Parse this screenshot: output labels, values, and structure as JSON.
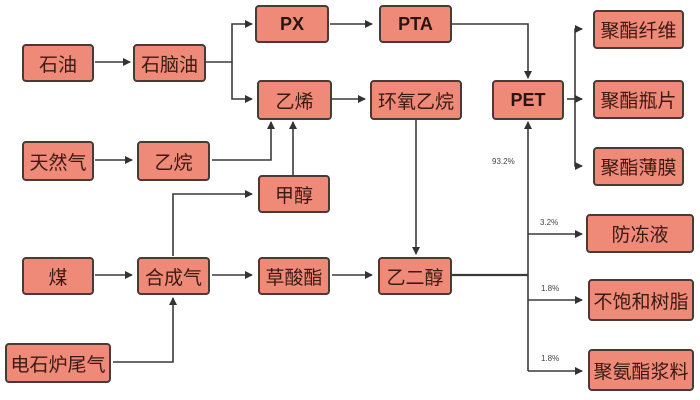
{
  "title": "PET / 乙二醇 产业链流程图",
  "colors": {
    "node_fill": "#f08a78",
    "node_border": "#4a3a36",
    "line": "#3a3a3a"
  },
  "nodes": {
    "shiyou": "石油",
    "shinaoyou": "石脑油",
    "px": "PX",
    "pta": "PTA",
    "yixi": "乙烯",
    "huanyangyiwan": "环氧乙烷",
    "pet": "PET",
    "tianranqi": "天然气",
    "yiwan": "乙烷",
    "jiachun": "甲醇",
    "mei": "煤",
    "hechengqi": "合成气",
    "caosuanzhi": "草酸酯",
    "yierchun": "乙二醇",
    "dianshiluweiqi": "电石炉尾气",
    "juzhi_xianwei": "聚酯纤维",
    "juzhi_pingpian": "聚酯瓶片",
    "juzhi_bomo": "聚酯薄膜",
    "fangdongye": "防冻液",
    "bubaohe_shuzhi": "不饱和树脂",
    "juanzhi_jiangliao": "聚氨酯浆料"
  },
  "shares": {
    "pet": "93.2%",
    "fangdongye": "3.2%",
    "bubaohe_shuzhi": "1.8%",
    "juanzhi_jiangliao": "1.8%"
  }
}
